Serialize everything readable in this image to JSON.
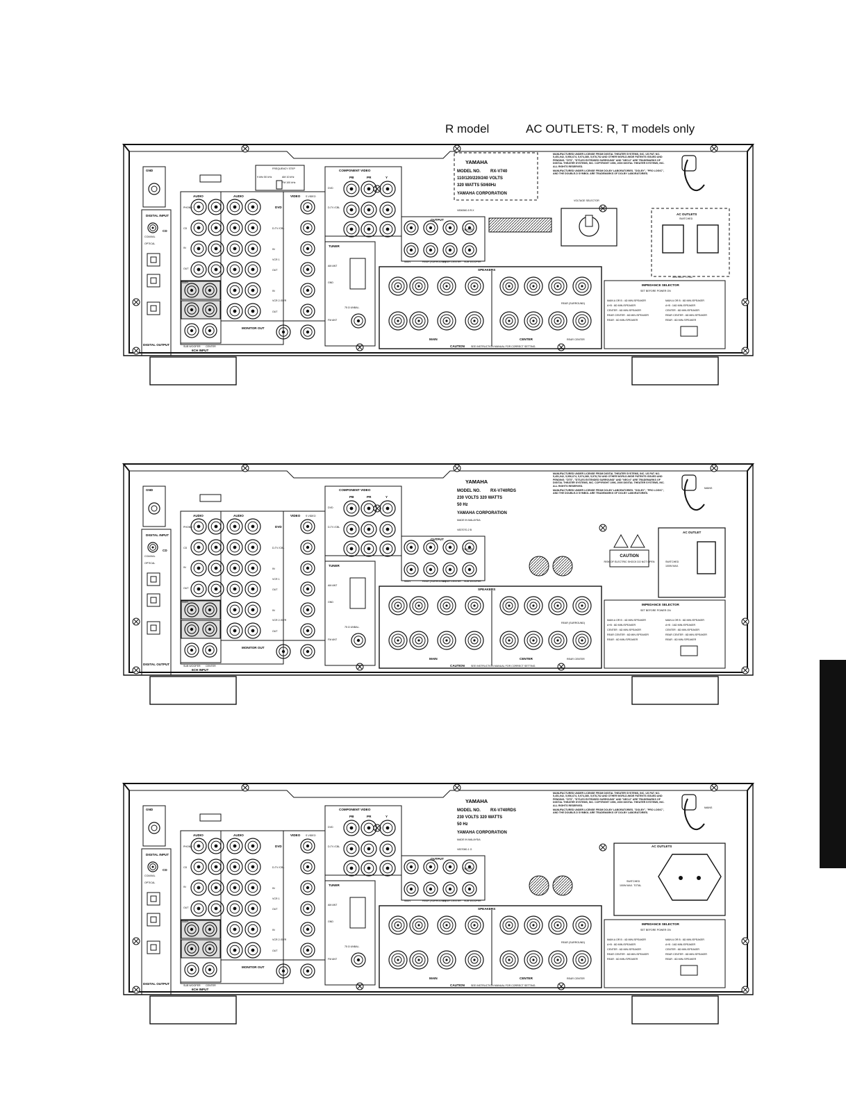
{
  "callouts": {
    "r_model": "R model",
    "ac_outlets": "AC OUTLETS: R, T models only"
  },
  "common": {
    "gnd": "GND",
    "digital_input": "DIGITAL INPUT",
    "digital_output": "DIGITAL OUTPUT",
    "coaxial": "COAXIAL",
    "optical": "OPTICAL",
    "cd": "CD",
    "dvd": "DVD",
    "d_tv_cbl": "D-TV /CBL",
    "md_cd_r": "MD /CD-R",
    "md_cd_r_opt": "MD/CD-R",
    "audio": "AUDIO",
    "video": "VIDEO",
    "s_video": "S VIDEO",
    "phono": "PHONO",
    "in_play": "IN (PLAY)",
    "out_rec": "OUT (REC)",
    "main": "MAIN",
    "surround": "SURROUND",
    "sub_woofer": "SUB WOOFER",
    "center": "CENTER",
    "ch6_input": "6CH INPUT",
    "in": "IN",
    "out": "OUT",
    "vcr1": "VCR 1",
    "vcr2_dvr": "VCR 2 /DVR",
    "monitor_out": "MONITOR OUT",
    "component_video": "COMPONENT VIDEO",
    "pb": "PB",
    "pr": "PR",
    "y": "Y",
    "tuner": "TUNER",
    "am_ant": "AM ANT",
    "gnd_small": "GND",
    "unbal": "75 Ω UNBAL.",
    "fm_ant": "FM ANT",
    "output": "OUTPUT",
    "rear_surround": "REAR (SURROUND)",
    "rear_center": "REAR CENTER",
    "speakers": "SPEAKERS",
    "caution_text": "CAUTION",
    "caution_detail": "SEE INSTRUCTION MANUAL FOR CORRECT SETTING.",
    "impedance_selector": "IMPEDANCE SELECTOR",
    "set_before_power": "SET BEFORE POWER ON",
    "yamaha": "YAMAHA",
    "model_no_label": "MODEL NO.",
    "yamaha_corp": "YAMAHA CORPORATION",
    "made_in": "MADE IN MALAYSIA",
    "dts_notice": "MANUFACTURED UNDER LICENSE FROM DIGITAL THEATER SYSTEMS, INC. US PAT. NO. 5,451,942, 5,956,674, 5,974,380, 5,978,762 AND OTHER WORLD-WIDE PATENTS ISSUED AND PENDING. \"DTS\", \"DTS-ES EXTENDED SURROUND\" AND \"NEO:6\" ARE TRADEMARKS OF DIGITAL THEATER SYSTEMS, INC. COPYRIGHT 1996, 2000 DIGITAL THEATER SYSTEMS, INC. ALL RIGHTS RESERVED.",
    "dolby_notice": "MANUFACTURED UNDER LICENSE FROM DOLBY LABORATORIES. \"DOLBY\", \"PRO LOGIC\", AND THE DOUBLE-D SYMBOL ARE TRADEMARKS OF DOLBY LABORATORIES.",
    "mains": "MAINS",
    "imp_left": [
      "MAIN A OR B : 4Ω MIN./SPEAKER",
      "A+B : 8Ω MIN./SPEAKER",
      "CENTER : 6Ω MIN./SPEAKER",
      "REAR CENTER : 6Ω MIN./SPEAKER",
      "REAR : 6Ω MIN./SPEAKER"
    ],
    "imp_right": [
      "MAIN A OR B : 8Ω MIN./SPEAKER",
      "A+B : 16Ω MIN./SPEAKER",
      "CENTER : 8Ω MIN./SPEAKER",
      "REAR CENTER : 8Ω MIN./SPEAKER",
      "REAR : 8Ω MIN./SPEAKER"
    ]
  },
  "panels": [
    {
      "model_no": "RX-V740",
      "rating_line1": "110/120/220/240 VOLTS",
      "rating_line2": "320 WATTS 50/60Hz",
      "serial": "V836360-5 R.X",
      "frequency_step": "FREQUENCY STEP",
      "freq_left": "9 kHz 50 kHz",
      "freq_am": "AM 10 kHz",
      "freq_fm": "FM 100 kHz",
      "voltage_selector": "VOLTAGE SELECTOR",
      "ac_outlets": "AC OUTLETS",
      "switched": "SWITCHED",
      "ac_rating": "50W MAX. TOTAL",
      "type": "R"
    },
    {
      "model_no": "RX-V740RDS",
      "rating_line1": "230 VOLTS 320 WATTS",
      "rating_line2": "50 Hz",
      "serial": "V837070-2 B",
      "ac_outlets": "AC OUTLET",
      "switched": "SWITCHED",
      "ac_rating": "100W MAX.",
      "caution": "CAUTION",
      "risk": "RISK OF ELECTRIC SHOCK DO NOT OPEN",
      "type": "B"
    },
    {
      "model_no": "RX-V740RDS",
      "rating_line1": "230 VOLTS 320 WATTS",
      "rating_line2": "50 Hz",
      "serial": "V837080-1 G",
      "ac_outlets": "AC OUTLETS",
      "switched": "SWITCHED",
      "ac_rating": "100W MAX. TOTAL",
      "type": "G"
    }
  ]
}
